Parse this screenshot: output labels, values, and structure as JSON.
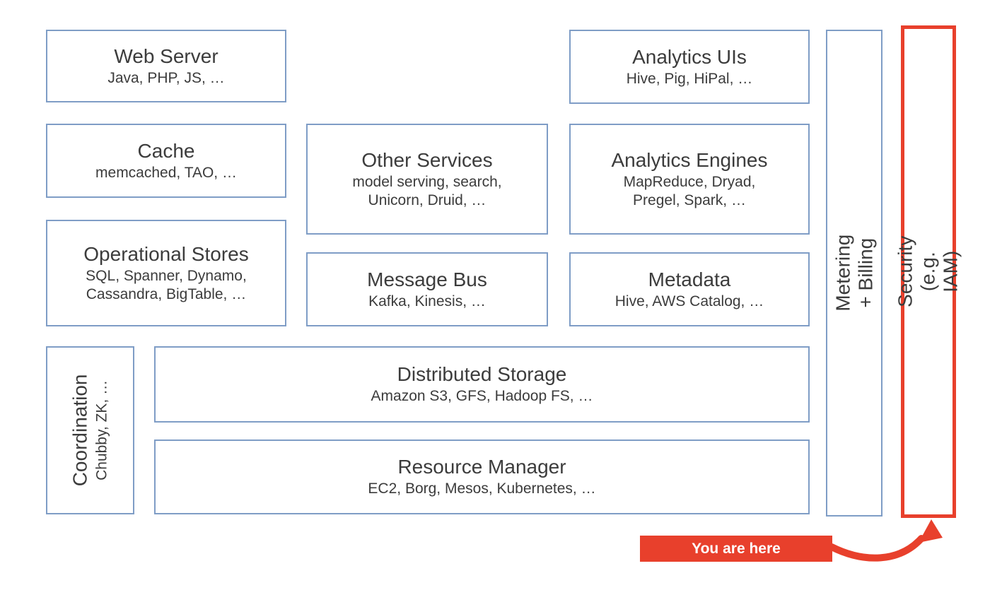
{
  "diagram": {
    "boxes": [
      {
        "id": "web-server",
        "title": "Web Server",
        "subtitle": "Java, PHP, JS, …"
      },
      {
        "id": "analytics-uis",
        "title": "Analytics UIs",
        "subtitle": "Hive, Pig, HiPal, …"
      },
      {
        "id": "cache",
        "title": "Cache",
        "subtitle": "memcached, TAO, …"
      },
      {
        "id": "other-services",
        "title": "Other Services",
        "subtitle": "model serving, search, Unicorn, Druid, …"
      },
      {
        "id": "analytics-engines",
        "title": "Analytics Engines",
        "subtitle": "MapReduce, Dryad, Pregel, Spark, …"
      },
      {
        "id": "operational-stores",
        "title": "Operational Stores",
        "subtitle": "SQL, Spanner, Dynamo, Cassandra, BigTable, …"
      },
      {
        "id": "message-bus",
        "title": "Message Bus",
        "subtitle": "Kafka, Kinesis, …"
      },
      {
        "id": "metadata",
        "title": "Metadata",
        "subtitle": "Hive, AWS Catalog, …"
      },
      {
        "id": "coordination",
        "title": "Coordination",
        "subtitle": "Chubby, ZK, …",
        "orientation": "vertical"
      },
      {
        "id": "distributed-storage",
        "title": "Distributed Storage",
        "subtitle": "Amazon S3, GFS, Hadoop FS, …"
      },
      {
        "id": "resource-manager",
        "title": "Resource Manager",
        "subtitle": "EC2, Borg, Mesos, Kubernetes, …"
      },
      {
        "id": "metering-billing",
        "title": "Metering + Billing",
        "orientation": "vertical"
      },
      {
        "id": "security",
        "title": "Security (e.g. IAM)",
        "orientation": "vertical",
        "highlighted": true
      }
    ],
    "annotation": {
      "label": "You are here"
    },
    "colors": {
      "box_border": "#7f9dc6",
      "highlight_red": "#e8402c",
      "text": "#3c3c3c",
      "badge_text": "#ffffff",
      "background": "#ffffff"
    }
  }
}
